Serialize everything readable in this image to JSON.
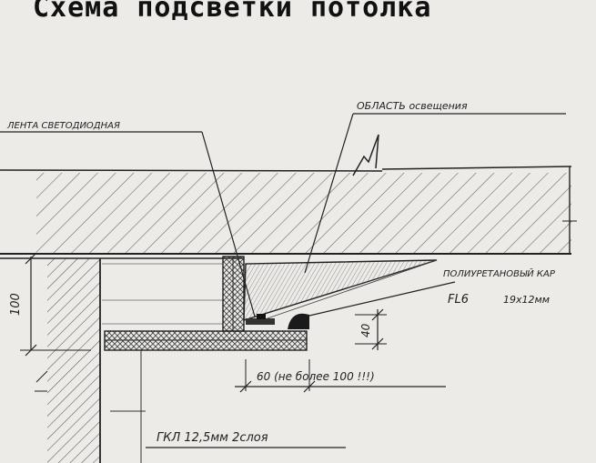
{
  "title": "Схема подсветки потолка",
  "labels": {
    "led_strip": "ЛЕНТА СВЕТОДИОДНАЯ",
    "light_zone": "ОБЛАСТЬ освещения",
    "cornice": "ПОЛИУРЕТАНОВЫЙ КАР",
    "cornice_code": "FL6",
    "cornice_size": "19x12мм",
    "dim_height": "100",
    "dim_gap": "40",
    "dim_width": "60 (не более 100 !!!)",
    "drywall": "ГКЛ 12,5мм 2слоя"
  }
}
